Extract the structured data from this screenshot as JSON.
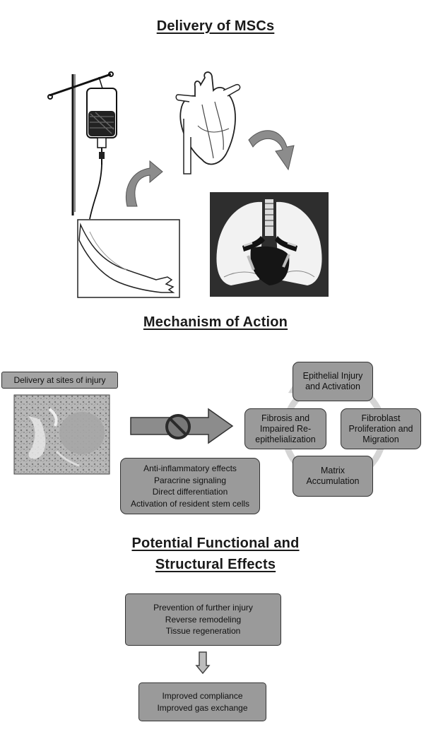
{
  "sections": {
    "delivery": {
      "title": "Delivery of MSCs"
    },
    "mechanism": {
      "title": "Mechanism of Action"
    },
    "effects": {
      "title_line1": "Potential Functional and",
      "title_line2": "Structural Effects"
    }
  },
  "mechanism": {
    "delivery_label": "Delivery at sites of injury",
    "mechanisms_list": [
      "Anti-inflammatory effects",
      "Paracrine signaling",
      "Direct differentiation",
      "Activation of resident stem cells"
    ],
    "cycle": {
      "top": {
        "line1": "Epithelial Injury",
        "line2": "and Activation"
      },
      "right": {
        "line1": "Fibroblast",
        "line2": "Proliferation and",
        "line3": "Migration"
      },
      "bottom": {
        "line1": "Matrix",
        "line2": "Accumulation"
      },
      "left": {
        "line1": "Fibrosis and",
        "line2": "Impaired Re-",
        "line3": "epithelialization"
      }
    }
  },
  "effects": {
    "first_box": [
      "Prevention of further injury",
      "Reverse remodeling",
      "Tissue regeneration"
    ],
    "second_box": [
      "Improved compliance",
      "Improved gas exchange"
    ]
  },
  "colors": {
    "box_fill": "#9a9a9a",
    "box_border": "#333333",
    "arrow_fill": "#8c8c8c",
    "cycle_ring": "#d4d4d4"
  },
  "icons": [
    "iv-drip-icon",
    "arm-icon",
    "heart-icon",
    "lungs-xray-icon",
    "curved-arrow-icon",
    "prohibition-icon",
    "down-arrow-icon"
  ]
}
